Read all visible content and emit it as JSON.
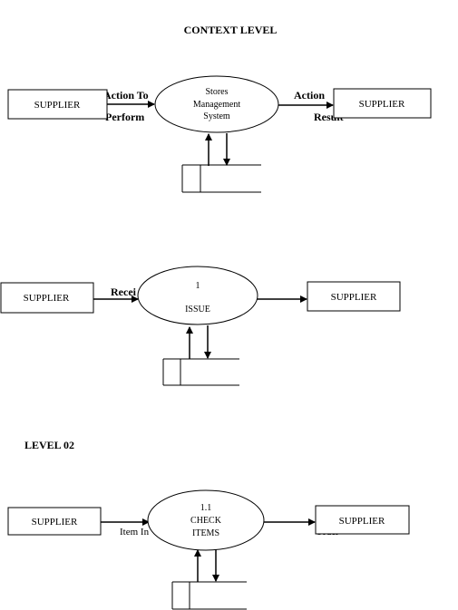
{
  "headings": {
    "context_level": "CONTEXT LEVEL",
    "level_02": "LEVEL 02"
  },
  "context": {
    "left_entity": "SUPPLIER",
    "right_entity": "SUPPLIER",
    "process_line1": "Stores",
    "process_line2": "Management",
    "process_line3": "System",
    "flow_in_line1": "Action To",
    "flow_in_line2": "Perform",
    "flow_out_line1": "Action",
    "flow_out_line2": "Result"
  },
  "level1": {
    "left_entity": "SUPPLIER",
    "right_entity": "SUPPLIER",
    "process_number": "1",
    "process_name": "ISSUE",
    "flow_in": "Recei"
  },
  "level2": {
    "left_entity": "SUPPLIER",
    "right_entity": "SUPPLIER",
    "process_number": "1.1",
    "process_name_line1": "CHECK",
    "process_name_line2": "ITEMS",
    "flow_in": "Item In",
    "flow_out": "Order"
  }
}
